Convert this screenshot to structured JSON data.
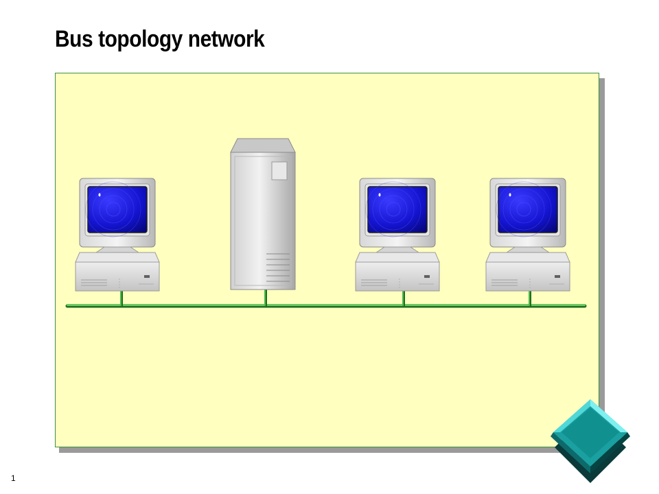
{
  "slide": {
    "title": "Bus topology network",
    "page_number": "1"
  },
  "diagram": {
    "topology": "bus",
    "nodes": [
      {
        "type": "workstation",
        "icon": "desktop-computer-icon"
      },
      {
        "type": "server",
        "icon": "tower-server-icon"
      },
      {
        "type": "workstation",
        "icon": "desktop-computer-icon"
      },
      {
        "type": "workstation",
        "icon": "desktop-computer-icon"
      }
    ],
    "colors": {
      "panel_background": "#ffffc0",
      "panel_border": "#3f8f3f",
      "bus_cable": "#2e8b2e",
      "screen": "#1010c8",
      "nav_diamond": "#1aa0a0"
    }
  }
}
